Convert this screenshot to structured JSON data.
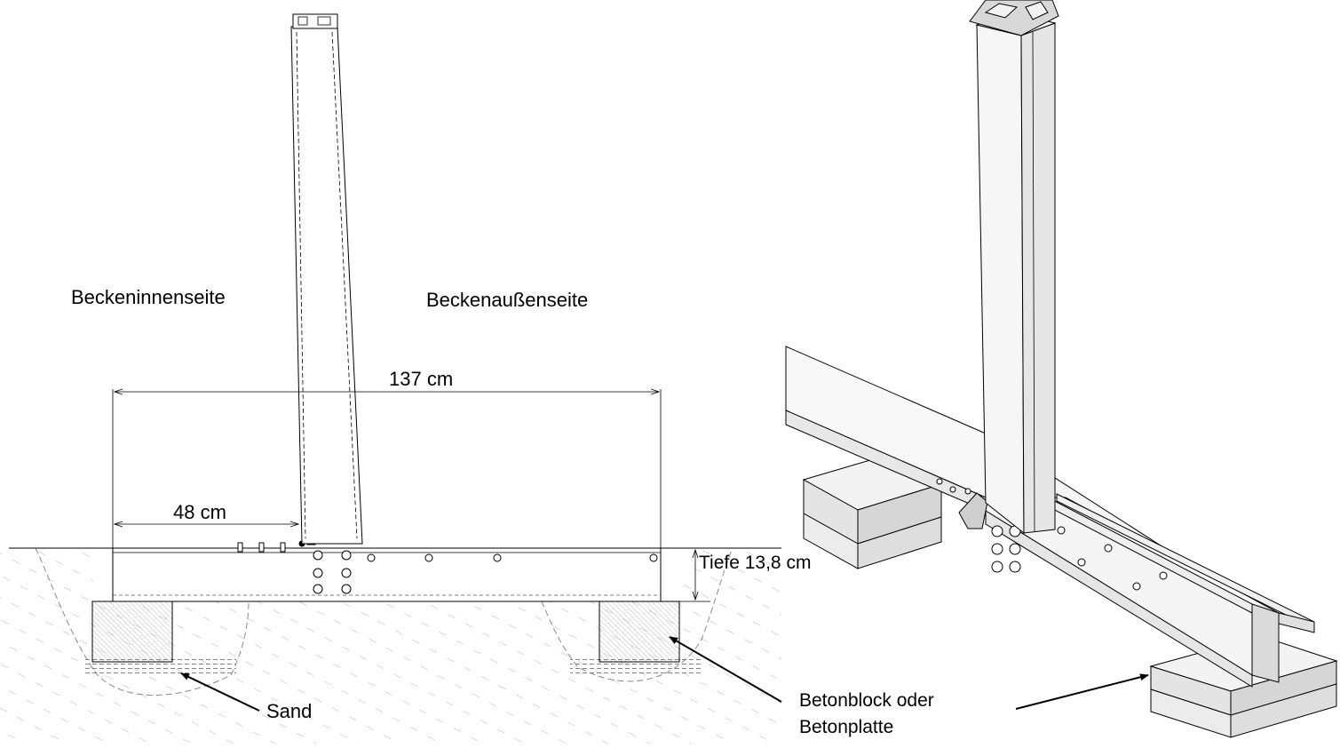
{
  "labels": {
    "inner_side": "Beckeninnenseite",
    "outer_side": "Beckenaußenseite",
    "total_width": "137 cm",
    "offset_width": "48 cm",
    "depth": "Tiefe 13,8 cm",
    "sand": "Sand",
    "concrete_line1": "Betonblock oder",
    "concrete_line2": "Betonplatte"
  },
  "colors": {
    "line": "#000000",
    "ground_hatch": "#b5b5b5",
    "block_fill": "#e0e0e0",
    "face_light": "#f7f7f7",
    "face_mid": "#ececec",
    "face_dark": "#dcdcdc"
  }
}
